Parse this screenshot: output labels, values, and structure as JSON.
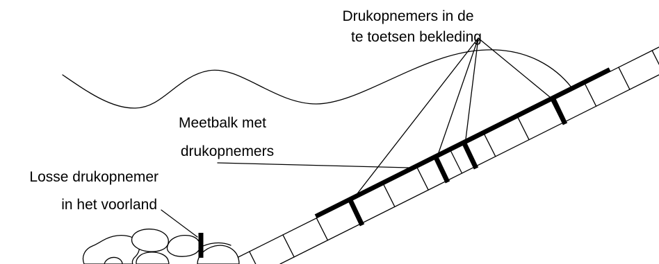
{
  "labels": {
    "revetment_sensors": {
      "line1": "Drukopnemers in de",
      "line2": "te toetsen bekleding"
    },
    "measuring_beam": {
      "line1": "Meetbalk met",
      "line2": "drukopnemers"
    },
    "loose_sensor": {
      "line1": "Losse drukopnemer",
      "line2": "in het voorland"
    }
  },
  "colors": {
    "ink": "#000000",
    "background": "#ffffff"
  }
}
